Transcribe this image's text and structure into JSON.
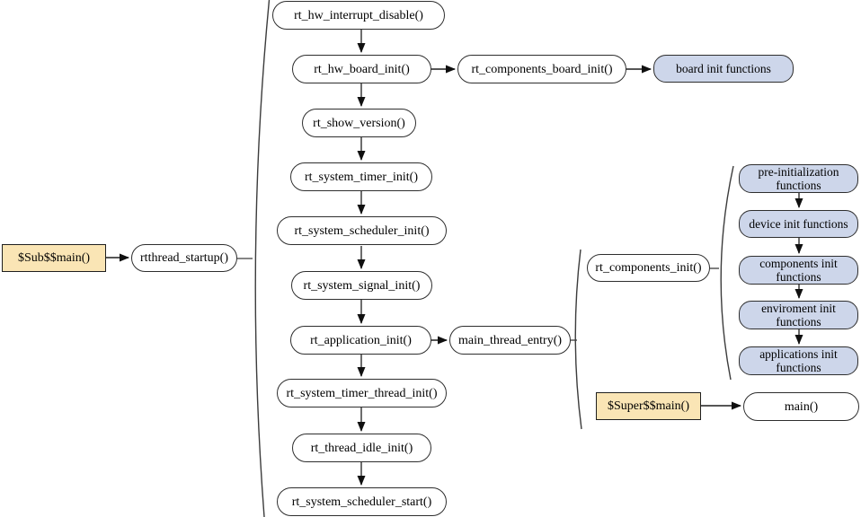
{
  "diagram": {
    "type": "flowchart",
    "colors": {
      "plain_node_fill": "#ffffff",
      "entry_node_fill": "#fae5b5",
      "group_node_fill": "#cdd6ea",
      "border": "#2e2e2e",
      "connector": "#3c3c3c",
      "arrowhead": "#101010",
      "background": "#ffffff"
    },
    "nodes": {
      "sub_main": {
        "label": "$Sub$$main()"
      },
      "rtthread_startup": {
        "label": "rtthread_startup()"
      },
      "rt_hw_interrupt_disable": {
        "label": "rt_hw_interrupt_disable()"
      },
      "rt_hw_board_init": {
        "label": "rt_hw_board_init()"
      },
      "rt_components_board_init": {
        "label": "rt_components_board_init()"
      },
      "board_init_functions": {
        "label": "board init functions"
      },
      "rt_show_version": {
        "label": "rt_show_version()"
      },
      "rt_system_timer_init": {
        "label": "rt_system_timer_init()"
      },
      "rt_system_scheduler_init": {
        "label": "rt_system_scheduler_init()"
      },
      "rt_system_signal_init": {
        "label": "rt_system_signal_init()"
      },
      "rt_application_init": {
        "label": "rt_application_init()"
      },
      "main_thread_entry": {
        "label": "main_thread_entry()"
      },
      "rt_components_init": {
        "label": "rt_components_init()"
      },
      "pre_initialization_functions": {
        "label": "pre-initialization functions"
      },
      "device_init_functions": {
        "label": "device init functions"
      },
      "components_init_functions": {
        "label": "components init functions"
      },
      "enviroment_init_functions": {
        "label": "enviroment init functions"
      },
      "applications_init_functions": {
        "label": "applications init functions"
      },
      "rt_system_timer_thread_init": {
        "label": "rt_system_timer_thread_init()"
      },
      "rt_thread_idle_init": {
        "label": "rt_thread_idle_init()"
      },
      "rt_system_scheduler_start": {
        "label": "rt_system_scheduler_start()"
      },
      "super_main": {
        "label": "$Super$$main()"
      },
      "main": {
        "label": "main()"
      }
    },
    "connections": [
      {
        "from": "$Sub$$main()",
        "to": "rtthread_startup()",
        "kind": "arrow"
      },
      {
        "from": "rtthread_startup()",
        "to": "startup-sequence-brace",
        "kind": "brace"
      },
      {
        "from": "rt_hw_interrupt_disable()",
        "to": "rt_hw_board_init()",
        "kind": "arrow"
      },
      {
        "from": "rt_hw_board_init()",
        "to": "rt_components_board_init()",
        "kind": "arrow"
      },
      {
        "from": "rt_components_board_init()",
        "to": "board init functions",
        "kind": "arrow"
      },
      {
        "from": "rt_hw_board_init()",
        "to": "rt_show_version()",
        "kind": "arrow"
      },
      {
        "from": "rt_show_version()",
        "to": "rt_system_timer_init()",
        "kind": "arrow"
      },
      {
        "from": "rt_system_timer_init()",
        "to": "rt_system_scheduler_init()",
        "kind": "arrow"
      },
      {
        "from": "rt_system_scheduler_init()",
        "to": "rt_system_signal_init()",
        "kind": "arrow"
      },
      {
        "from": "rt_system_signal_init()",
        "to": "rt_application_init()",
        "kind": "arrow"
      },
      {
        "from": "rt_application_init()",
        "to": "main_thread_entry()",
        "kind": "arrow"
      },
      {
        "from": "main_thread_entry()",
        "to": "main-thread-brace",
        "kind": "brace"
      },
      {
        "from": "rt_components_init()",
        "to": "init-functions-brace",
        "kind": "brace"
      },
      {
        "from": "pre-initialization functions",
        "to": "device init functions",
        "kind": "arrow"
      },
      {
        "from": "device init functions",
        "to": "components init functions",
        "kind": "arrow"
      },
      {
        "from": "components init functions",
        "to": "enviroment init functions",
        "kind": "arrow"
      },
      {
        "from": "enviroment init functions",
        "to": "applications init functions",
        "kind": "arrow"
      },
      {
        "from": "rt_application_init()",
        "to": "rt_system_timer_thread_init()",
        "kind": "arrow"
      },
      {
        "from": "rt_system_timer_thread_init()",
        "to": "rt_thread_idle_init()",
        "kind": "arrow"
      },
      {
        "from": "rt_thread_idle_init()",
        "to": "rt_system_scheduler_start()",
        "kind": "arrow"
      },
      {
        "from": "$Super$$main()",
        "to": "main()",
        "kind": "arrow"
      }
    ]
  }
}
